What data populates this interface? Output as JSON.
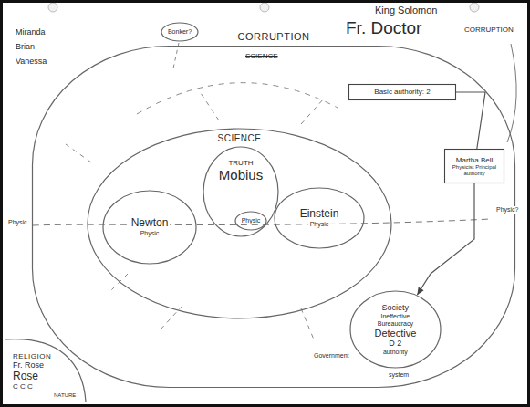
{
  "diagram": {
    "nodes": [
      {
        "text": [
          "CORRUPTION"
        ]
      },
      {
        "text": [
          "SCIENCE"
        ],
        "in": 0
      },
      {
        "text": [
          "Newton",
          "Physic"
        ],
        "in": 1
      },
      {
        "text": [
          "TRUTH",
          "Mobius"
        ],
        "in": 1
      },
      {
        "text": [
          "Physic"
        ],
        "in": 3
      },
      {
        "text": [
          "Einstein",
          "Physic"
        ],
        "in": 1
      },
      {
        "text": [
          "Basic authority: 2"
        ],
        "in": 0
      },
      {
        "text": [
          "Martha Bell",
          "Physicist Principal authority"
        ],
        "in": 0
      },
      {
        "text": [
          "Society",
          "Ineffective Bureaucracy",
          "Detective",
          "D 2",
          "authority"
        ],
        "in": 0
      },
      {
        "text": [
          "Bonker?"
        ]
      },
      {
        "text": [
          "RELIGION",
          "Fr. Rose",
          "Rose",
          "C C C"
        ]
      }
    ],
    "edges": [
      {
        "from": 6,
        "to": 7,
        "arrow": "none"
      },
      {
        "from": 7,
        "to": 8,
        "arrow": "to"
      }
    ],
    "labels": [
      "Miranda",
      "Brian",
      "Vanessa",
      "SCIENCE",
      "King Solomon",
      "Fr. Doctor",
      "CORRUPTION",
      "Physic",
      "Physic?",
      "Government",
      "system",
      "NATURE"
    ]
  }
}
